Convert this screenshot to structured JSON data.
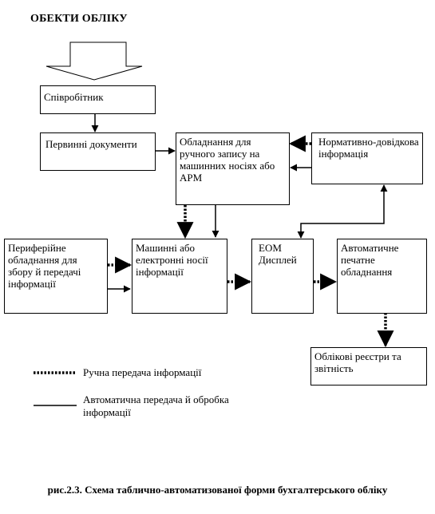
{
  "title": "ОБЕКТИ ОБЛІКУ",
  "nodes": {
    "employee": "Співробітник",
    "primary_docs": "Первинні документи",
    "manual_equipment": "Обладнання для ручного запису на машинних носіях або АРМ",
    "reference_info": "Нормативно-довідкова інформація",
    "peripheral": "Периферійне обладнання для збору й передачі інформації",
    "media": "Машинні або електронні носії інформації",
    "computer": "ЕОМ Дисплей",
    "printer": "Автоматичне печатне обладнання",
    "registers": "Облікові реєстри та звітність"
  },
  "legend": {
    "manual": "Ручна передача інформації",
    "auto": "Автоматична передача й обробка інформації"
  },
  "caption": "рис.2.3. Схема таблично-автоматизованої форми бухгалтерського обліку"
}
